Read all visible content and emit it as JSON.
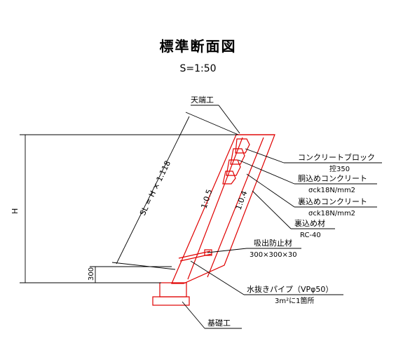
{
  "title": "標準断面図",
  "scale": "S=1:50",
  "labels": {
    "tenbako": "天端工",
    "block": "コンクリートブロック",
    "block_sub": "控350",
    "dokome": "胴込めコンクリート",
    "dokome_sub": "σck18N/mm2",
    "uragome": "裏込めコンクリート",
    "uragome_sub": "σck18N/mm2",
    "uragome_zai": "裏込め材",
    "uragome_zai_sub": "RC-40",
    "suidashi": "吸出防止材",
    "suidashi_sub": "300×300×30",
    "mizunuki": "水抜きパイプ（VPφ50）",
    "mizunuki_sub": "3m²に1箇所",
    "kiso": "基礎工",
    "slope1": "1:0.5",
    "slope2": "1:0.4",
    "sl": "SL = H × 1.118",
    "h": "H",
    "dim300": "300"
  },
  "colors": {
    "structure": "#e00000",
    "lines": "#000000"
  }
}
